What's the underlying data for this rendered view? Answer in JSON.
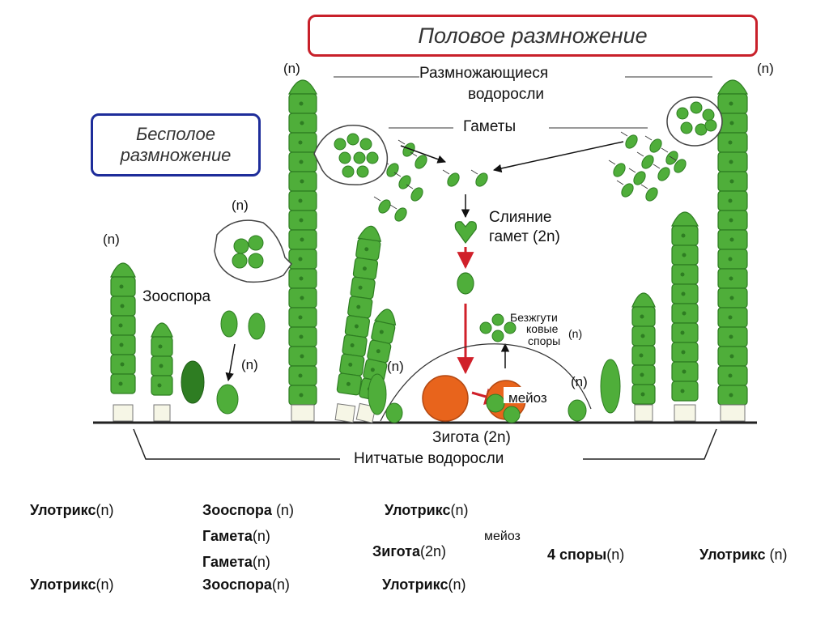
{
  "title": "Половое размножение",
  "asexual_title": "Бесполое\nразмножение",
  "labels": {
    "reproducing_algae_1": "Размножающиеся",
    "reproducing_algae_2": "водоросли",
    "gametes": "Гаметы",
    "fusion_1": "Слияние",
    "fusion_2": "гамет (2n)",
    "zoospore": "Зооспора",
    "aflagellate_1": "Безжгути",
    "aflagellate_2": "ковые",
    "aflagellate_3": "споры",
    "meiosis": "мейоз",
    "zygote": "Зигота (2n)",
    "filamentous": "Нитчатые водоросли",
    "ploidy_n": "(n)"
  },
  "flow": {
    "ulotrix": "Улотрикс",
    "zoospore": "Зооспора",
    "gamete": "Гамета",
    "zygote": "Зигота",
    "meiosis": "мейоз",
    "spores": "4 споры",
    "n": "(n)",
    "two_n": "(2n)"
  },
  "colors": {
    "title_border": "#c8202a",
    "asexual_border": "#1e2d9a",
    "cell_green": "#4fae3a",
    "cell_dark": "#2e7d22",
    "zygote_orange": "#e8641c",
    "arrow_red": "#d0202a"
  }
}
